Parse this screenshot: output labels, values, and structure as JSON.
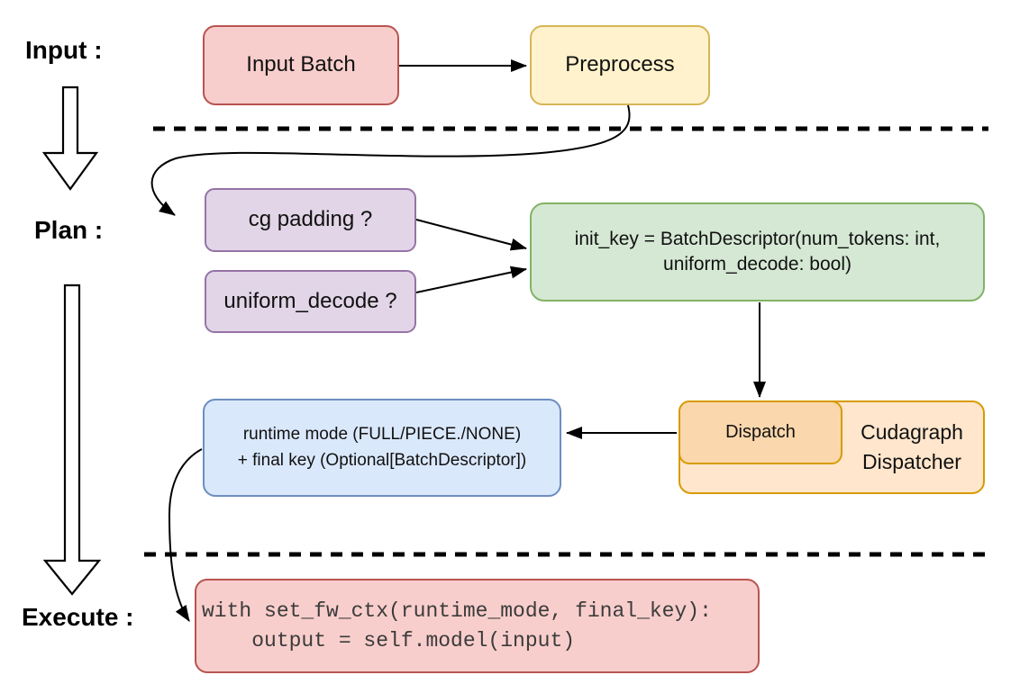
{
  "colors": {
    "red_fill": "#f8cecc",
    "red_stroke": "#b85450",
    "yellow_fill": "#fff2cc",
    "yellow_stroke": "#d6b656",
    "purple_fill": "#e1d5e7",
    "purple_stroke": "#9673a6",
    "green_fill": "#d5e8d4",
    "green_stroke": "#82b366",
    "blue_fill": "#dae8fc",
    "blue_stroke": "#6c8ebf",
    "orange_fill": "#ffe6cc",
    "orange_inner_fill": "#fad7ac",
    "orange_stroke": "#d79b00",
    "line": "#000000"
  },
  "labels": {
    "input": "Input :",
    "plan": "Plan :",
    "execute": "Execute :"
  },
  "nodes": {
    "input_batch": {
      "label": "Input Batch"
    },
    "preprocess": {
      "label": "Preprocess"
    },
    "cg_padding": {
      "label": "cg padding ?"
    },
    "uniform_decode": {
      "label": "uniform_decode ?"
    },
    "init_key": {
      "line1": "init_key = BatchDescriptor(num_tokens: int,",
      "line2": "uniform_decode: bool)"
    },
    "runtime_mode": {
      "line1": "runtime mode (FULL/PIECE./NONE)",
      "line2": "+ final key (Optional[BatchDescriptor])"
    },
    "dispatch": {
      "label": "Dispatch"
    },
    "cudagraph_dispatcher": {
      "line1": "Cudagraph",
      "line2": "Dispatcher"
    },
    "execute_code": {
      "line1": "with set_fw_ctx(runtime_mode, final_key):",
      "line2": "    output = self.model(input)"
    }
  }
}
